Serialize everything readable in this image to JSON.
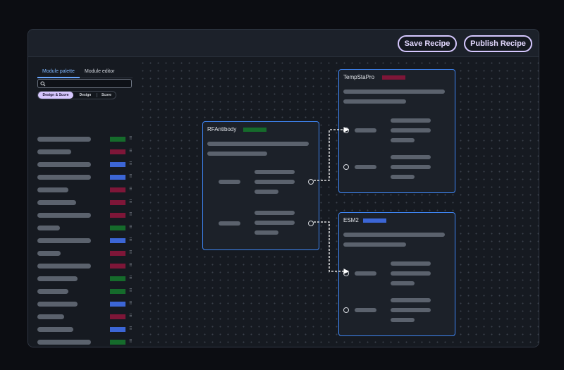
{
  "header": {
    "save_label": "Save Recipe",
    "publish_label": "Publish Recipe"
  },
  "sidebar": {
    "tabs": [
      {
        "label": "Module palette",
        "active": true
      },
      {
        "label": "Module editor",
        "active": false
      }
    ],
    "search": {
      "value": "",
      "placeholder": ""
    },
    "filters": [
      {
        "label": "Design & Score",
        "active": true
      },
      {
        "label": "Design",
        "active": false
      },
      {
        "label": "Score",
        "active": false
      }
    ],
    "modules": [
      {
        "tag_color": "#156b2b"
      },
      {
        "tag_color": "#7e1638"
      },
      {
        "tag_color": "#3c66d6"
      },
      {
        "tag_color": "#3c66d6"
      },
      {
        "tag_color": "#7e1638"
      },
      {
        "tag_color": "#7e1638"
      },
      {
        "tag_color": "#7e1638"
      },
      {
        "tag_color": "#156b2b"
      },
      {
        "tag_color": "#3c66d6"
      },
      {
        "tag_color": "#7e1638"
      },
      {
        "tag_color": "#7e1638"
      },
      {
        "tag_color": "#156b2b"
      },
      {
        "tag_color": "#156b2b"
      },
      {
        "tag_color": "#3c66d6"
      },
      {
        "tag_color": "#7e1638"
      },
      {
        "tag_color": "#3c66d6"
      },
      {
        "tag_color": "#156b2b"
      },
      {
        "tag_color": "#7e1638"
      },
      {
        "tag_color": "#7e1638"
      }
    ]
  },
  "canvas": {
    "nodes": [
      {
        "title": "RFAntibody",
        "tag_color": "#156b2b"
      },
      {
        "title": "TempStaPro",
        "tag_color": "#7e1638"
      },
      {
        "title": "ESM2",
        "tag_color": "#3c66d6"
      }
    ]
  },
  "colors": {
    "accent": "#d6c8ff",
    "node_border": "#3f86f4",
    "skeleton": "#5b626d",
    "green": "#156b2b",
    "red": "#7e1638",
    "blue": "#3c66d6"
  }
}
